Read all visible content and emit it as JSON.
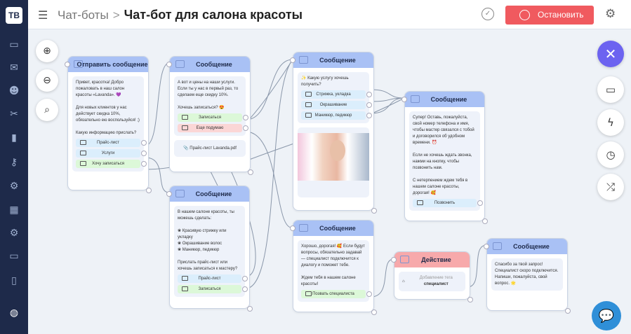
{
  "header": {
    "breadcrumb": "Чат-боты",
    "separator": ">",
    "title": "Чат-бот для салона красоты",
    "stop_label": "Остановить"
  },
  "logo": "ТВ",
  "chat_bubble": "chat-icon",
  "nodes": [
    {
      "id": "n1",
      "title": "Отправить сообщение",
      "text": "Привет, красотка! Добро пожаловать в наш салон красоты «Lavanda». 💜\n\nДля новых клиентов у нас действует скидка 10%, обязательно ею воспользуйся! ;)\n\nКакую информацию прислать?",
      "buttons": [
        {
          "label": "Прайс-лист",
          "c": ""
        },
        {
          "label": "Услуги",
          "c": ""
        },
        {
          "label": "Хочу записаться",
          "c": "g"
        }
      ]
    },
    {
      "id": "n2",
      "title": "Сообщение",
      "text": "А вот и цены на наши услуги. Если ты у нас в первый раз, то сделаем еще скидку 10%.\n\nХочешь записаться? 😍",
      "buttons": [
        {
          "label": "Записаться",
          "c": "g"
        },
        {
          "label": "Еще подумаю",
          "c": "r"
        }
      ],
      "file": "Прайс-лист Lavanda.pdf"
    },
    {
      "id": "n3",
      "title": "Сообщение",
      "text": "В нашем салоне красоты, ты можешь сделать:\n\n❀ Красивую стрижку или укладку\n❀ Окрашивание волос\n❀ Маникюр, педикюр\n\nПрислать прайс-лист или хочешь записаться к мастеру?",
      "buttons": [
        {
          "label": "Прайс-лист",
          "c": ""
        },
        {
          "label": "Записаться",
          "c": "g"
        }
      ]
    },
    {
      "id": "n4",
      "title": "Сообщение",
      "text": "✨ Какую услугу хочешь получить?",
      "buttons": [
        {
          "label": "Стрижка, укладка",
          "c": ""
        },
        {
          "label": "Окрашивание",
          "c": ""
        },
        {
          "label": "Маникюр, педикюр",
          "c": ""
        }
      ],
      "image": true
    },
    {
      "id": "n5",
      "title": "Сообщение",
      "text": "Супер! Оставь, пожалуйста, свой номер телефона и имя, чтобы мастер связался с тобой и договорился об удобном времени. ⏰\n\nЕсли не хочешь ждать звонка, нажми на кнопку, чтобы позвонить нам.\n\nС нетерпением ждем тебя в нашем салоне красоты, дорогая! 🥰",
      "buttons": [
        {
          "label": "Позвонить",
          "c": ""
        }
      ]
    },
    {
      "id": "n6",
      "title": "Сообщение",
      "text": "Хорошо, дорогая! 🥰 Если будут вопросы, обязательно задавай — специалист подключится к диалогу и поможет тебе.\n\nЖдем тебя в нашем салоне красоты!",
      "buttons": [
        {
          "label": "Позвать специалиста",
          "c": "g"
        }
      ]
    },
    {
      "id": "n7",
      "title": "Действие",
      "red": true,
      "tag_caption": "Добавление тега",
      "tag": "специалист"
    },
    {
      "id": "n8",
      "title": "Сообщение",
      "text": "Спасибо за твой запрос! Специалист скоро подключится. Напиши, пожалуйста, свой вопрос. 🌟"
    }
  ]
}
